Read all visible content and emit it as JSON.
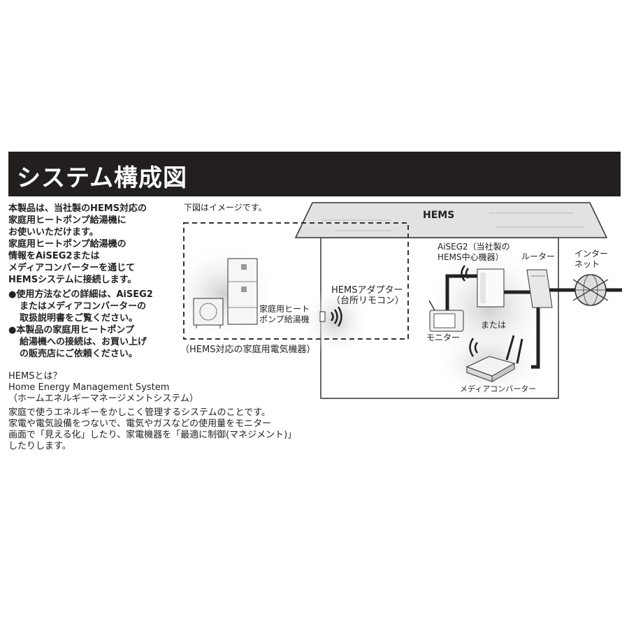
{
  "header": {
    "title": "システム構成図"
  },
  "intro": {
    "lines": [
      "本製品は、当社製のHEMS対応の",
      "家庭用ヒートポンプ給湯機に",
      "お使いいただけます。",
      "家庭用ヒートポンプ給湯機の",
      "情報をAiSEG2または",
      "メディアコンバーターを通じて",
      "HEMSシステムに接続します。"
    ]
  },
  "notes": {
    "note1": [
      "●使用方法などの詳細は、AiSEG2",
      "またはメディアコンバーターの",
      "取扱説明書をご覧ください。"
    ],
    "note2": [
      "●本製品の家庭用ヒートポンプ",
      "給湯機への接続は、お買い上げ",
      "の販売店にご依頼ください。"
    ]
  },
  "hems_definition": {
    "heading": "HEMSとは？",
    "english": "Home Energy Management System",
    "katakana": "（ホームエネルギーマネージメントシステム）",
    "body": [
      "家庭で使うエネルギーをかしこく管理するシステムのことです。",
      "家電や電気設備をつないで、電気やガスなどの使用量をモニター",
      "画面で「見える化」したり、家電機器を「最適に制御(マネジメント)」",
      "したりします。"
    ]
  },
  "diagram": {
    "caption": "下図はイメージです。",
    "roof_label": "HEMS",
    "heat_pump": [
      "家庭用ヒート",
      "ポンプ給湯機"
    ],
    "adapter": [
      "HEMSアダプター",
      "（台所リモコン）"
    ],
    "appliances": "（HEMS対応の家庭用電気機器）",
    "aiseg": [
      "AiSEG2（当社製の",
      "HEMS中心機器）"
    ],
    "router": "ルーター",
    "internet": [
      "インター",
      "ネット"
    ],
    "monitor": "モニター",
    "or": "または",
    "media_converter": "メディアコンバーター"
  }
}
